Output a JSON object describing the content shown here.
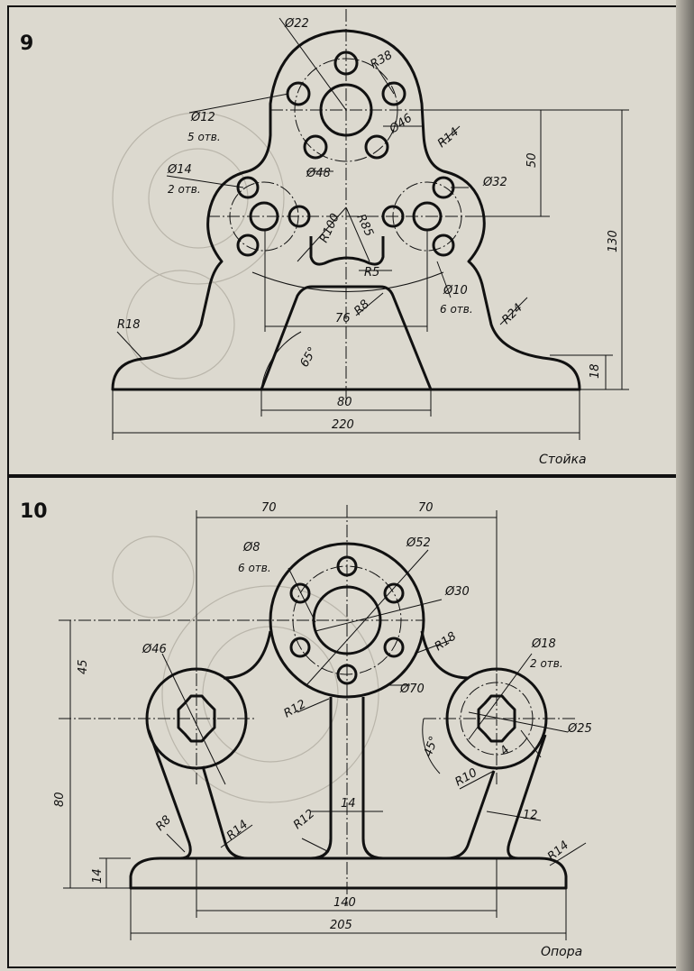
{
  "drawing9": {
    "number": "9",
    "caption": "Стойка",
    "dims": {
      "d22": "Ø22",
      "r38": "R38",
      "d12": "Ø12",
      "d12_note": "5 отв.",
      "d46": "Ø46",
      "r14": "R14",
      "d14": "Ø14",
      "d14_note": "2 отв.",
      "d48": "Ø48",
      "d32": "Ø32",
      "d50": "50",
      "d130": "130",
      "r100": "R100",
      "r85": "R85",
      "r5": "R5",
      "d10": "Ø10",
      "d10_note": "6 отв.",
      "r18": "R18",
      "d76": "76",
      "r8": "R8",
      "r24": "R24",
      "a65": "65°",
      "d18": "18",
      "d80": "80",
      "d220": "220"
    }
  },
  "drawing10": {
    "number": "10",
    "caption": "Опора",
    "dims": {
      "d70a": "70",
      "d70b": "70",
      "d8": "Ø8",
      "d8_note": "6 отв.",
      "d52": "Ø52",
      "d30": "Ø30",
      "d45": "45",
      "d46": "Ø46",
      "r18": "R18",
      "d18": "Ø18",
      "d18_note": "2 отв.",
      "r12a": "R12",
      "d70c": "Ø70",
      "a45": "45°",
      "d25": "Ø25",
      "d4": "4",
      "d80": "80",
      "r10": "R10",
      "d14a": "14",
      "d12": "12",
      "r8": "R8",
      "r14a": "R14",
      "r12b": "R12",
      "d14b": "14",
      "r14b": "R14",
      "d140": "140",
      "d205": "205"
    }
  }
}
